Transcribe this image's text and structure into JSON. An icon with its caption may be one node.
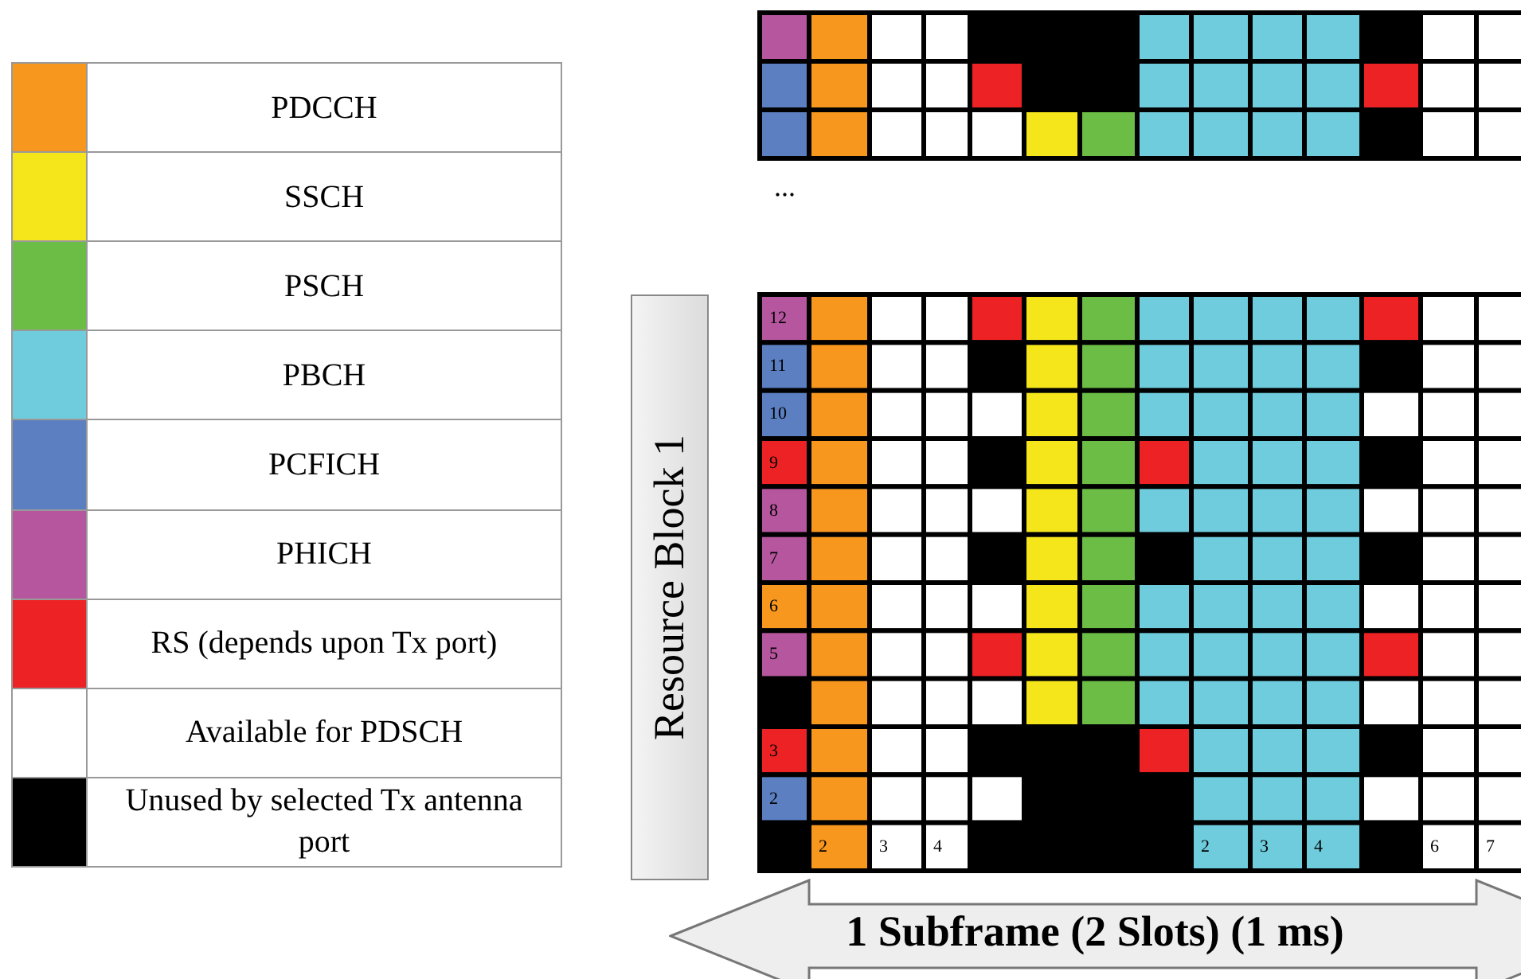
{
  "diagram": {
    "nodes": [
      {
        "text": [
          "Resource Block 1"
        ]
      },
      {
        "text": [
          "1 Subframe (2 Slots) (1 ms)"
        ]
      }
    ],
    "edges": [],
    "labels": [
      "...",
      "12",
      "11",
      "10",
      "9",
      "8",
      "7",
      "6",
      "5",
      "3",
      "2",
      "2",
      "3",
      "4",
      "2",
      "3",
      "4",
      "6",
      "7"
    ],
    "legend": [
      {
        "text": "PDCCH",
        "color": "#f7971e"
      },
      {
        "text": "SSCH",
        "color": "#f5e61b"
      },
      {
        "text": "PSCH",
        "color": "#6bbd45"
      },
      {
        "text": "PBCH",
        "color": "#6fccdd"
      },
      {
        "text": "PCFICH",
        "color": "#5b7fc0"
      },
      {
        "text": "PHICH",
        "color": "#b6569e"
      },
      {
        "text": "RS (depends upon Tx port)",
        "color": "#ed2224"
      },
      {
        "text": "Available for PDSCH",
        "color": "#ffffff"
      },
      {
        "text": "Unused by selected Tx antenna port",
        "color": "#000000"
      }
    ]
  }
}
